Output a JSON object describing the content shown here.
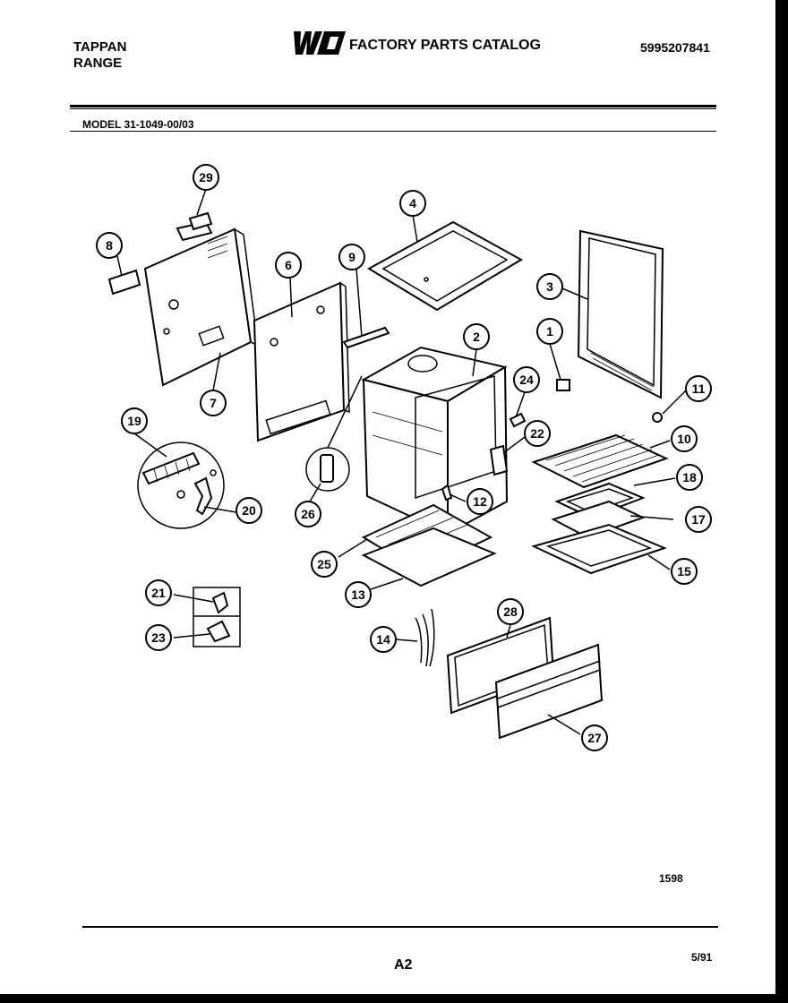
{
  "header": {
    "brand_line1": "TAPPAN",
    "brand_line2": "RANGE",
    "logo_text": "WCI",
    "catalog_title": "FACTORY PARTS CATALOG",
    "part_number": "5995207841"
  },
  "model_label": "MODEL 31-1049-00/03",
  "callouts": [
    "29",
    "8",
    "6",
    "9",
    "4",
    "3",
    "2",
    "1",
    "7",
    "24",
    "11",
    "19",
    "22",
    "10",
    "18",
    "12",
    "26",
    "20",
    "17",
    "25",
    "15",
    "13",
    "21",
    "28",
    "23",
    "14",
    "27"
  ],
  "footer": {
    "drawing_number": "1598",
    "page_id": "A2",
    "date": "5/91"
  }
}
